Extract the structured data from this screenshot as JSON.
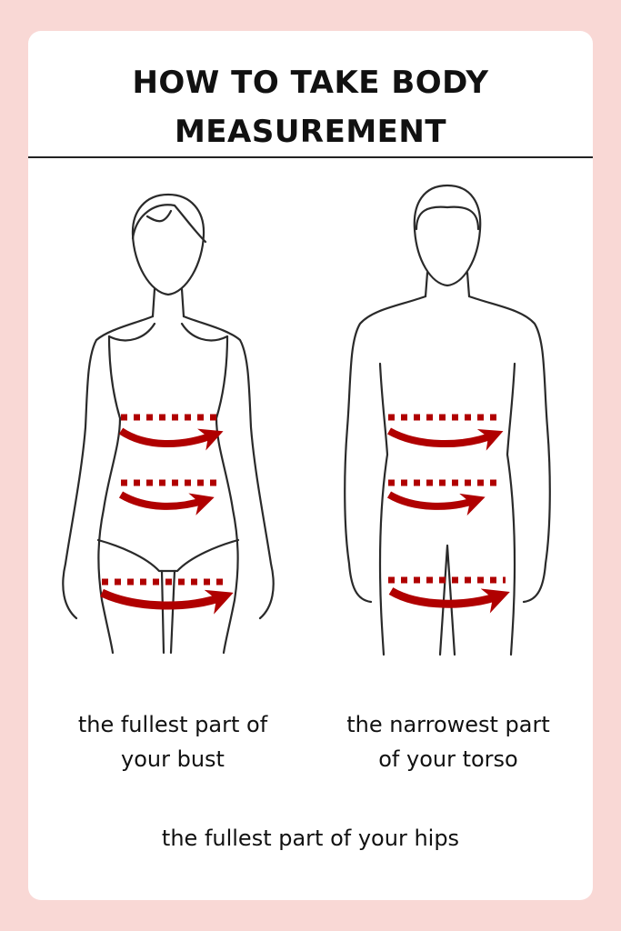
{
  "title": {
    "line1": "HOW TO TAKE BODY",
    "line2": "MEASUREMENT"
  },
  "labels": {
    "bust_line1": "the fullest part of",
    "bust_line2": "your bust",
    "torso_line1": "the narrowest part",
    "torso_line2": "of your torso",
    "hips": "the fullest part of your hips"
  },
  "colors": {
    "background": "#f9d8d5",
    "card": "#ffffff",
    "measure": "#b00000",
    "outline": "#2a2a2a"
  },
  "figures": [
    {
      "name": "woman",
      "measurements": [
        "bust",
        "waist",
        "hips"
      ]
    },
    {
      "name": "man",
      "measurements": [
        "chest",
        "waist",
        "hips"
      ]
    }
  ]
}
